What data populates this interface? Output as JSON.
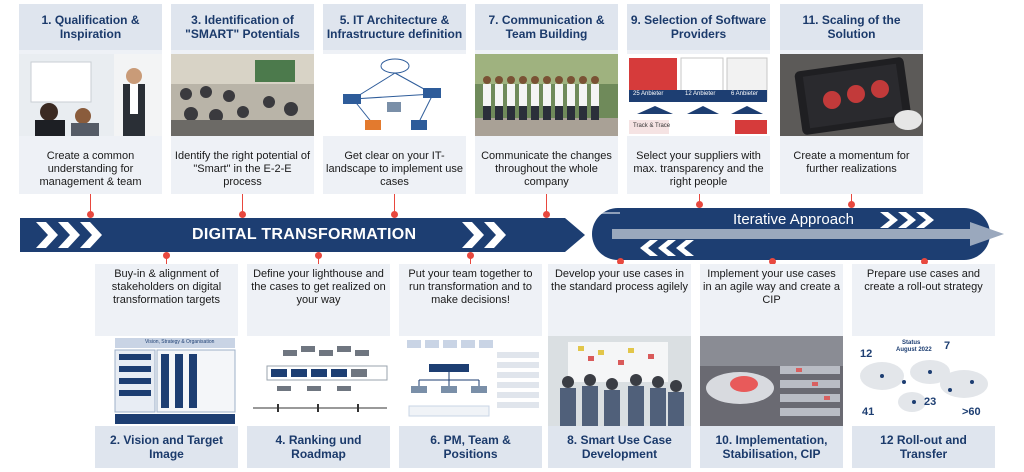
{
  "band": {
    "main_label": "DIGITAL TRANSFORMATION",
    "iterative_label": "Iterative Approach"
  },
  "top": [
    {
      "title": "1. Qualification & Inspiration",
      "desc": "Create a common understanding for management & team"
    },
    {
      "title": "3. Identification of \"SMART\" Potentials",
      "desc": "Identify the right potential of \"Smart\" in the E-2-E process"
    },
    {
      "title": "5. IT Architecture & Infrastructure definition",
      "desc": "Get clear on your IT-landscape to implement use cases"
    },
    {
      "title": "7. Communication & Team Building",
      "desc": "Communicate the changes throughout the whole company"
    },
    {
      "title": "9. Selection of Software Providers",
      "desc": "Select your suppliers with max. transparency and the right people"
    },
    {
      "title": "11. Scaling of the Solution",
      "desc": "Create a momentum for further realizations"
    }
  ],
  "bottom": [
    {
      "title": "2. Vision and Target Image",
      "desc": "Buy-in & alignment of stakeholders on digital transformation targets"
    },
    {
      "title": "4. Ranking und Roadmap",
      "desc": "Define your lighthouse and the cases to get realized on your way"
    },
    {
      "title": "6. PM, Team & Positions",
      "desc": "Put your team together to run transformation and to make decisions!"
    },
    {
      "title": "8. Smart Use Case Development",
      "desc": "Develop your use cases in the standard process agilely"
    },
    {
      "title": "10. Implementation, Stabilisation, CIP",
      "desc": "Implement your use cases in an agile way and create a CIP"
    },
    {
      "title": "12 Roll-out and Transfer",
      "desc": "Prepare use cases and create a roll-out strategy"
    }
  ],
  "images": {
    "s9_bars": [
      "25 Anbieter",
      "12 Anbieter",
      "6 Anbieter"
    ],
    "s9_foot": "Track & Trace",
    "s2_header": "Vision, Strategy & Organisation",
    "s12_status": {
      "title": "Status",
      "date": "August 2022",
      "stats": [
        "12",
        "7",
        "41",
        "23",
        ">60"
      ]
    }
  },
  "colors": {
    "navy": "#1d3e72",
    "title_bg": "#dfe5ee",
    "card_bg": "#eef1f6",
    "pin": "#e8483e",
    "title_text": "#1b3a6b"
  }
}
